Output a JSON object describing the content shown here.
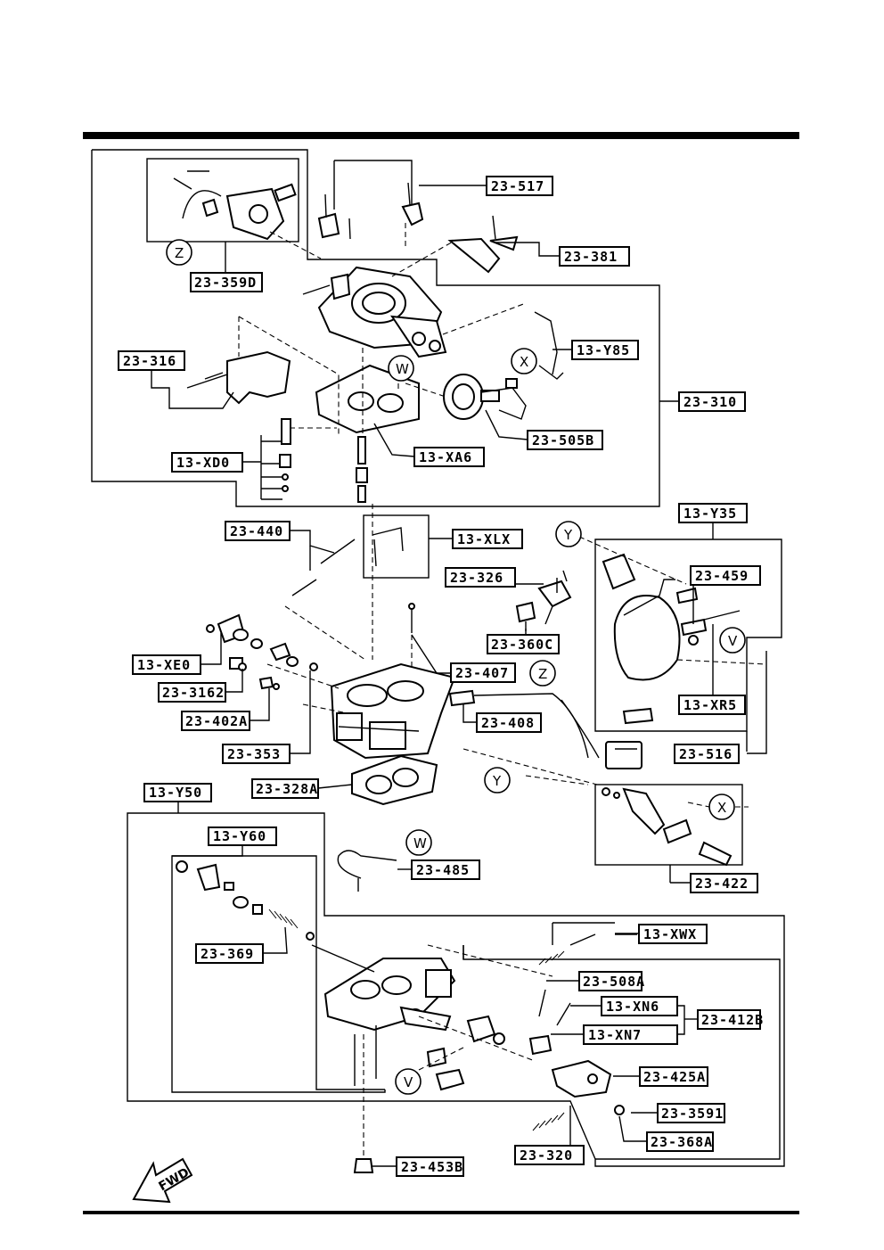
{
  "labels": {
    "p23_517": "23-517",
    "p23_381": "23-381",
    "p23_359D": "23-359D",
    "p13_Y85": "13-Y85",
    "p23_316": "23-316",
    "p23_310": "23-310",
    "p23_505B": "23-505B",
    "p13_XD0": "13-XD0",
    "p13_XA6": "13-XA6",
    "p13_Y35": "13-Y35",
    "p23_440": "23-440",
    "p13_XLX": "13-XLX",
    "p23_326": "23-326",
    "p23_459": "23-459",
    "p23_360C": "23-360C",
    "p13_XE0": "13-XE0",
    "p23_407": "23-407",
    "p23_3162": "23-3162",
    "p13_XR5": "13-XR5",
    "p23_408": "23-408",
    "p23_402A": "23-402A",
    "p23_353": "23-353",
    "p23_516": "23-516",
    "p23_328A": "23-328A",
    "p13_Y50": "13-Y50",
    "p13_Y60": "13-Y60",
    "p23_485": "23-485",
    "p23_422": "23-422",
    "p13_XWX": "13-XWX",
    "p23_369": "23-369",
    "p23_508A": "23-508A",
    "p13_XN6": "13-XN6",
    "p23_412B": "23-412B",
    "p13_XN7": "13-XN7",
    "p23_425A": "23-425A",
    "p23_3591": "23-3591",
    "p23_368A": "23-368A",
    "p23_320": "23-320",
    "p23_453B": "23-453B"
  },
  "callouts": {
    "Z": "Z",
    "W": "W",
    "X": "X",
    "Y": "Y",
    "V": "V"
  },
  "fwd_label": "FWD"
}
